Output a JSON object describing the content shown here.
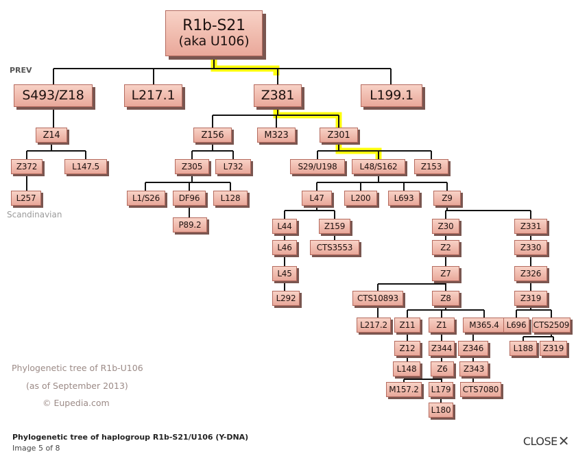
{
  "prev_label": "PREV",
  "root": {
    "line1": "R1b-S21",
    "line2": "(aka U106)"
  },
  "nodes": {
    "s493": "S493/Z18",
    "l217_1": "L217.1",
    "z381": "Z381",
    "l199_1": "L199.1",
    "z14": "Z14",
    "z372": "Z372",
    "l147_5": "L147.5",
    "l257": "L257",
    "z156": "Z156",
    "m323": "M323",
    "z301": "Z301",
    "z305": "Z305",
    "l732": "L732",
    "l1s26": "L1/S26",
    "df96": "DF96",
    "l128": "L128",
    "p89_2": "P89.2",
    "s29": "S29/U198",
    "l48": "L48/S162",
    "z153": "Z153",
    "l47": "L47",
    "l200": "L200",
    "l693": "L693",
    "z9": "Z9",
    "l44": "L44",
    "z159": "Z159",
    "l46": "L46",
    "cts3553": "CTS3553",
    "l45": "L45",
    "l292": "L292",
    "z30": "Z30",
    "z2": "Z2",
    "z7": "Z7",
    "cts10893": "CTS10893",
    "z8": "Z8",
    "l217_2": "L217.2",
    "z11": "Z11",
    "z1": "Z1",
    "m365_4": "M365.4",
    "z12": "Z12",
    "z344": "Z344",
    "z346": "Z346",
    "l148": "L148",
    "z6": "Z6",
    "z343": "Z343",
    "m157_2": "M157.2",
    "l179": "L179",
    "cts7080": "CTS7080",
    "l180": "L180",
    "z331": "Z331",
    "z330": "Z330",
    "z326": "Z326",
    "z319": "Z319",
    "l696": "L696",
    "cts2509": "CTS2509",
    "l188": "L188",
    "z319b": "Z319"
  },
  "annotation_scandinavian": "Scandinavian",
  "credit": {
    "line1": "Phylogenetic tree of R1b-U106",
    "line2": "(as of September 2013)",
    "line3": "© Eupedia.com"
  },
  "caption": "Phylogenetic tree of haplogroup R1b-S21/U106 (Y-DNA)",
  "counter": "Image 5 of 8",
  "close_label": "CLOSE",
  "colors": {
    "node_fill": "#f1bcaf",
    "node_border": "#b46a5e",
    "node_shadow": "#7a5650",
    "highlight": "#ffff00",
    "line": "#111111"
  }
}
